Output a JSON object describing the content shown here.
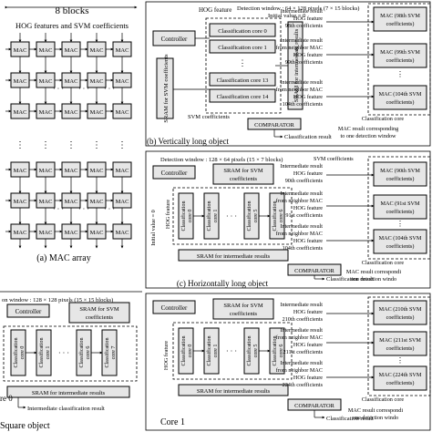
{
  "panel_a": {
    "blocks_label": "8 blocks",
    "features_label": "HOG features and SVM coefficients",
    "mac_label": "MAC",
    "caption": "(a) MAC array"
  },
  "panel_b": {
    "controller": "Controller",
    "hog_feature": "HOG feature",
    "detection_window": "Detection window : 64 × 128 pixels (7 × 15 blocks)",
    "initial_value": "Initial value = 0",
    "cores": [
      "Classification core 0",
      "Classification core 1",
      "Classification core 13",
      "Classification core 14"
    ],
    "sram_svm": "SRAM for SVM coefficients",
    "sram_intermediate": "SRAM for intermediate results",
    "svm_coefficients": "SVM coefficients",
    "comparator": "COMPARATOR",
    "classification_result": "Classification result",
    "caption": "(b) Vertically long object",
    "right": {
      "lines_1": [
        "Intermediate result",
        "HOG feature",
        "98th coefficients"
      ],
      "mac_1": "MAC (98th SVM coefficients)",
      "lines_2": [
        "Intermediate result",
        "from neighbor MAC",
        "HOG feature",
        "99th coefficients"
      ],
      "mac_2": "MAC (99th SVM coefficients)",
      "lines_3": [
        "Intermediate result",
        "from neighbor MAC",
        "HOG feature",
        "104th coefficients"
      ],
      "mac_3": "MAC (104th SVM coefficients)",
      "classification_core": "Classification core",
      "note": "MAC result corresponding to one detection window"
    }
  },
  "panel_c": {
    "detection_window": "Detection window : 128 × 64 pixels (15 × 7 blocks)",
    "controller": "Controller",
    "sram_svm": "SRAM for SVM coefficients",
    "hog_feature": "HOG feature",
    "initial_value": "Initial value = 0",
    "cores": [
      "Classification core 0",
      "Classification core 1",
      "Classification core 5",
      "Classification core 6"
    ],
    "sram_intermediate": "SRAM for intermediate results",
    "comparator": "COMPARATOR",
    "classification_result": "Classification result",
    "caption": "(c) Horizontally long object",
    "right": {
      "svm_coefficients": "SVM coefficients",
      "lines_1": [
        "Intermediate result",
        "HOG feature",
        "90th coefficients"
      ],
      "mac_1": "MAC (90th SVM coefficients)",
      "lines_2": [
        "Intermediate result",
        "from neighbor MAC",
        "HOG feature",
        "91st coefficients"
      ],
      "mac_2": "MAC (91st SVM coefficients)",
      "lines_3": [
        "Intermediate result",
        "from neighbor MAC",
        "HOG feature",
        "104th coefficients"
      ],
      "mac_3": "MAC (104th SVM coefficients)",
      "classification_core": "Classification core",
      "note": "MAC result corresponding to one detection window"
    }
  },
  "panel_d": {
    "detection_window": "on window : 128 × 128 pixels (15 × 15 blocks)",
    "controller": "Controller",
    "sram_svm": "SRAM for SVM coefficients",
    "cores": [
      "Classification core 0",
      "Classification core 1",
      "Classification core 6",
      "Classification core 7"
    ],
    "sram_intermediate": "SRAM for intermediate results",
    "intermediate_classification": "Intermediate classification result",
    "caption_left": "Square object",
    "core_0_fragment": "re 0"
  },
  "panel_e": {
    "controller": "Controller",
    "sram_svm": "SRAM for SVM coefficients",
    "hog_feature": "HOG feature",
    "cores": [
      "Classification core 0",
      "Classification core 1",
      "Classification core 5",
      "Classification core 6"
    ],
    "sram_intermediate": "SRAM for intermediate results",
    "comparator": "COMPARATOR",
    "classification_result": "Classification result",
    "core_label": "Core 1",
    "right": {
      "lines_1": [
        "Intermediate result",
        "HOG feature",
        "210th coefficients"
      ],
      "mac_1": "MAC (210th SVM coefficients)",
      "lines_2": [
        "Intermediate result",
        "from neighbor MAC",
        "HOG feature",
        "211st coefficients"
      ],
      "mac_2": "MAC (211st SVM coefficients)",
      "lines_3": [
        "Intermediate result",
        "from neighbor MAC",
        "HOG feature",
        "224th coefficients"
      ],
      "mac_3": "MAC (224th SVM coefficients)",
      "classification_core": "Classification core",
      "note": "MAC result corresponding to one detection window"
    }
  }
}
